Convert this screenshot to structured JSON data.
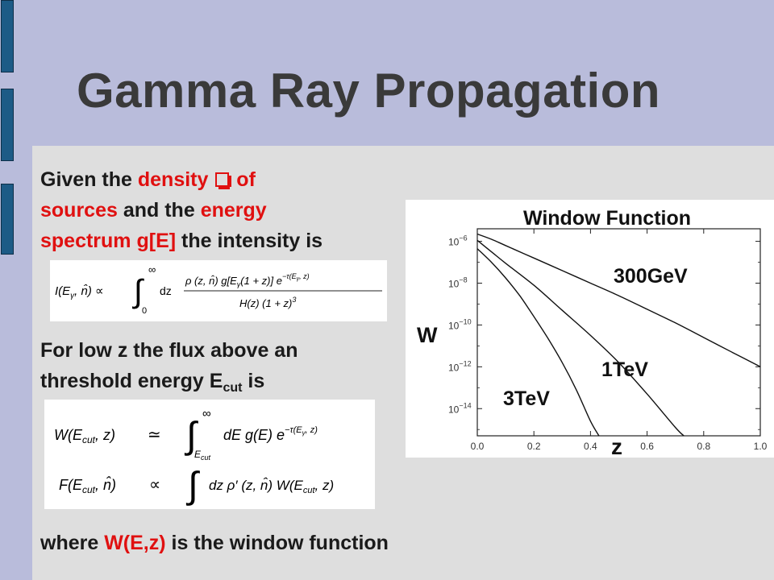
{
  "slide": {
    "title": "Gamma Ray Propagation"
  },
  "para1": {
    "t1": "Given the ",
    "density": "density",
    "t2": " of",
    "sources": "sources",
    "t3": " and the ",
    "energy": "energy",
    "spectrum": "spectrum g[E]",
    "t4": " the intensity is"
  },
  "para2": {
    "line1": "For low z the flux above an",
    "line2": "threshold energy E",
    "sub": "cut",
    "line2_end": " is"
  },
  "para3": {
    "t1": "where ",
    "wez": "W(E,z)",
    "t2": " is the window function"
  },
  "colors": {
    "background": "#b9bcdb",
    "content": "#dedede",
    "accent_red": "#e01010",
    "tab_blue": "#1d5b86",
    "title_text": "#3a3a3a"
  },
  "icons": {
    "density_symbol": "rho-box-glyph"
  },
  "formula1": {
    "lhs": "I(E",
    "lhs_sub": "γ",
    "lhs_end": ", n̂) ∝",
    "int_upper": "∞",
    "int_lower": "0",
    "dz": "dz",
    "numerator": "ρ  (z, n̂) g[E",
    "num_sub": "γ",
    "num_end": "(1 + z)] e",
    "exp": "−τ(E",
    "exp_sub": "γ",
    "exp_end": ", z)",
    "denominator": "H(z) (1 + z)",
    "den_sup": "3"
  },
  "formula2": {
    "row1_lhs": "W(E",
    "row1_lhs_sub": "cut",
    "row1_lhs_end": ", z)",
    "row1_rel": "≃",
    "row1_upper": "∞",
    "row1_lower": "E",
    "row1_lower_sub": "cut",
    "row1_rhs": "dE g(E) e",
    "row1_exp": "−τ(E",
    "row1_exp_sub": "γ",
    "row1_exp_end": ", z)",
    "row2_lhs": "F(E",
    "row2_lhs_sub": "cut",
    "row2_lhs_end": ", n̂)",
    "row2_rel": "∝",
    "row2_rhs": "dz ρ′  (z, n̂) W(E",
    "row2_rhs_sub": "cut",
    "row2_rhs_end": ", z)"
  },
  "chart_data": {
    "type": "line",
    "title": "Window Function",
    "xlabel": "z",
    "ylabel": "W",
    "xlim": [
      0.0,
      1.0
    ],
    "ylim_log10": [
      -15.3,
      -5.4
    ],
    "y_scale": "log",
    "x_ticks": [
      "0.0",
      "0.2",
      "0.4",
      "0.6",
      "0.8",
      "1.0"
    ],
    "y_ticks": [
      {
        "base": "10",
        "exp": "−6",
        "log10": -6
      },
      {
        "base": "10",
        "exp": "−8",
        "log10": -8
      },
      {
        "base": "10",
        "exp": "−10",
        "log10": -10
      },
      {
        "base": "10",
        "exp": "−12",
        "log10": -12
      },
      {
        "base": "10",
        "exp": "−14",
        "log10": -14
      }
    ],
    "series": [
      {
        "name": "300GeV",
        "x": [
          0.0,
          0.05,
          0.1,
          0.2,
          0.3,
          0.4,
          0.5,
          0.6,
          0.7,
          0.8,
          0.9,
          1.0
        ],
        "log10_y": [
          -5.65,
          -5.9,
          -6.2,
          -6.8,
          -7.4,
          -8.0,
          -8.6,
          -9.25,
          -9.9,
          -10.6,
          -11.3,
          -12.0
        ]
      },
      {
        "name": "1TeV",
        "x": [
          0.0,
          0.05,
          0.1,
          0.2,
          0.3,
          0.4,
          0.5,
          0.6,
          0.7,
          0.73
        ],
        "log10_y": [
          -5.95,
          -6.5,
          -7.05,
          -8.1,
          -9.3,
          -10.5,
          -11.8,
          -13.3,
          -14.9,
          -15.3
        ]
      },
      {
        "name": "3TeV",
        "x": [
          0.0,
          0.05,
          0.1,
          0.15,
          0.2,
          0.25,
          0.3,
          0.35,
          0.4,
          0.43
        ],
        "log10_y": [
          -6.35,
          -7.0,
          -7.75,
          -8.6,
          -9.6,
          -10.65,
          -11.8,
          -13.1,
          -14.6,
          -15.3
        ]
      }
    ]
  }
}
